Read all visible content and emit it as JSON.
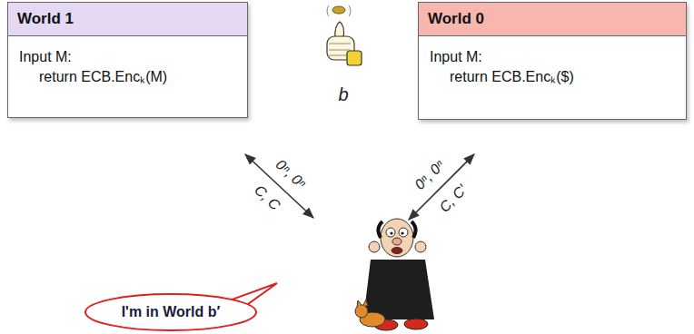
{
  "diagram": {
    "nodes": [
      {
        "text": [
          "World 1",
          "Input M:",
          "return ECB.Encₖ(M)"
        ]
      },
      {
        "text": [
          "World 0",
          "Input M:",
          "return ECB.Encₖ($)"
        ]
      },
      {
        "text": [
          "I'm in World b′"
        ]
      }
    ],
    "labels": [
      "b",
      "0ⁿ, 0ⁿ",
      "C, C",
      "0ⁿ, 0ⁿ",
      "C, C′"
    ]
  }
}
